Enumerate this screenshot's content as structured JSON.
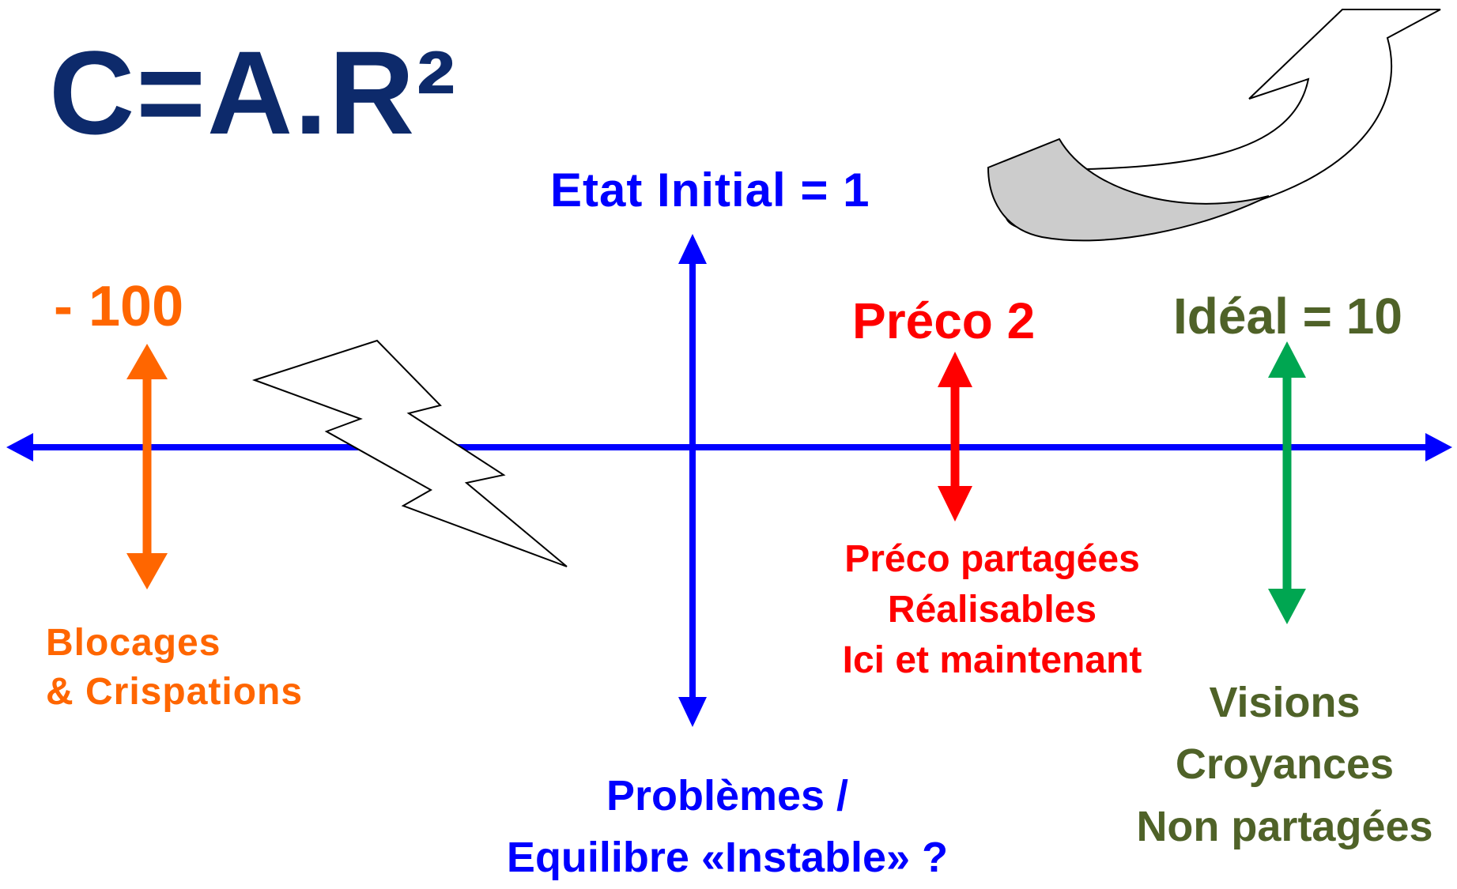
{
  "title": "C=A.R²",
  "colors": {
    "navy": "#0d2a6b",
    "blue": "#0000ff",
    "orange": "#ff6600",
    "red": "#ff0000",
    "green_arrow": "#00a651",
    "olive_text": "#4f6228",
    "curved_arrow_fill": "#cccccc",
    "outline": "#000000"
  },
  "labels": {
    "etat_initial": "Etat Initial = 1",
    "minus_100": "- 100",
    "preco_2": "Préco 2",
    "ideal": "Idéal = 10"
  },
  "blocages_lines": [
    "Blocages",
    "& Crispations"
  ],
  "preco_lines": [
    "Préco partagées",
    "Réalisables",
    "Ici et maintenant"
  ],
  "visions_lines": [
    "Visions",
    "Croyances",
    "Non partagées"
  ],
  "problemes_lines": [
    "Problèmes /",
    "Equilibre «Instable» ?"
  ],
  "icons": {
    "lightning": "lightning-bolt-icon",
    "curved_arrow": "curved-up-arrow-icon"
  }
}
